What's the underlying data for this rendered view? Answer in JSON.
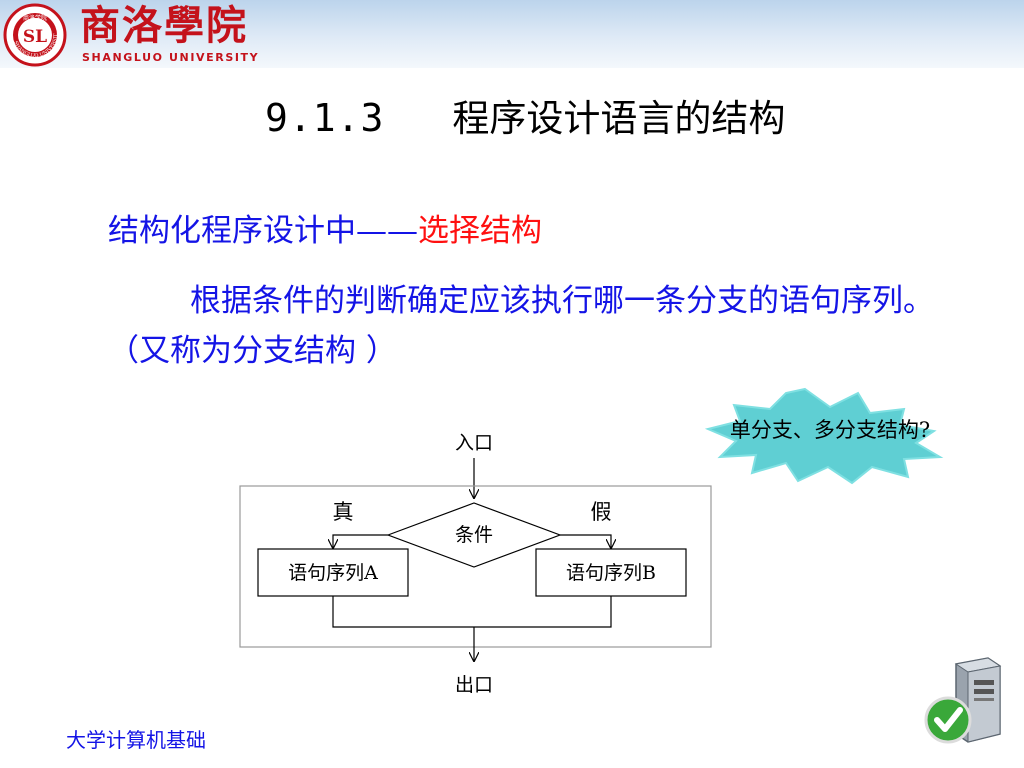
{
  "header": {
    "logo_cn": "商洛學院",
    "logo_en": "SHANGLUO UNIVERSITY",
    "seal_text": "商洛学院",
    "seal_letters": "SL",
    "seal_ring_text": "SHANGLUO UNIVERSITY"
  },
  "slide": {
    "title_number": "9.1.3",
    "title_text": "程序设计语言的结构",
    "heading_prefix": "结构化程序设计中——",
    "heading_highlight": "选择结构",
    "paragraph": "根据条件的判断确定应该执行哪一条分支的语句序列。（又称为分支结构 ）",
    "callout": "单分支、多分支结构?",
    "footer": "大学计算机基础"
  },
  "flowchart": {
    "entry": "入口",
    "exit": "出口",
    "condition": "条件",
    "true_label": "真",
    "false_label": "假",
    "branch_a": "语句序列A",
    "branch_b": "语句序列B"
  },
  "colors": {
    "blue_text": "#1414e6",
    "red_text": "#ff1010",
    "logo_red": "#c4121b",
    "callout_fill": "#5fcfd3",
    "check_green": "#3aa83a"
  },
  "icons": [
    "school-seal-icon",
    "server-icon",
    "checkmark-icon"
  ]
}
